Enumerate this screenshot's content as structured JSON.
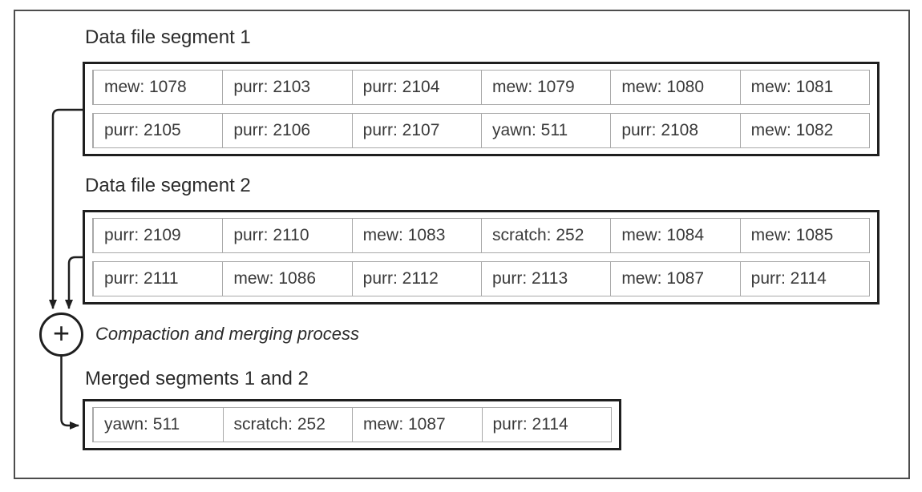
{
  "segments": [
    {
      "title": "Data file segment 1",
      "rows": [
        [
          "mew: 1078",
          "purr: 2103",
          "purr: 2104",
          "mew: 1079",
          "mew: 1080",
          "mew: 1081"
        ],
        [
          "purr: 2105",
          "purr: 2106",
          "purr: 2107",
          "yawn: 511",
          "purr: 2108",
          "mew: 1082"
        ]
      ]
    },
    {
      "title": "Data file segment 2",
      "rows": [
        [
          "purr: 2109",
          "purr: 2110",
          "mew: 1083",
          "scratch: 252",
          "mew: 1084",
          "mew: 1085"
        ],
        [
          "purr: 2111",
          "mew: 1086",
          "purr: 2112",
          "purr: 2113",
          "mew: 1087",
          "purr: 2114"
        ]
      ]
    }
  ],
  "merge": {
    "operator_symbol": "+",
    "caption": "Compaction and merging process"
  },
  "merged": {
    "title": "Merged segments 1 and 2",
    "rows": [
      [
        "yawn: 511",
        "scratch: 252",
        "mew: 1087",
        "purr: 2114"
      ]
    ]
  },
  "colors": {
    "box_border": "#1f1f1f",
    "cell_border": "#a9a9a9",
    "text": "#3a3a3a",
    "frame_border": "#4d4d4d",
    "arrow": "#1f1f1f"
  }
}
